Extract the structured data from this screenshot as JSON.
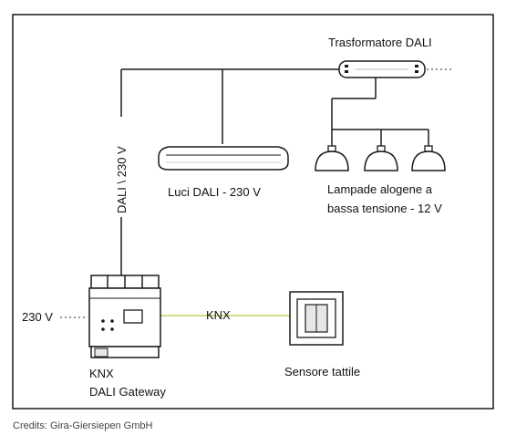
{
  "labels": {
    "transformer": "Trasformatore DALI",
    "dali_bus": "DALI \\ 230 V",
    "dali_lights": "Luci DALI - 230 V",
    "halogen_line1": "Lampade alogene a",
    "halogen_line2": "bassa tensione - 12 V",
    "supply": "230 V",
    "knx_bus": "KNX",
    "gateway_line1": "KNX",
    "gateway_line2": "DALI Gateway",
    "touch_sensor": "Sensore tattile"
  },
  "credits": "Credits: Gira-Giersiepen GmbH",
  "colors": {
    "line": "#1a1a1a",
    "knx_line": "#c9d97a",
    "frame": "#1a1a1a",
    "device_fill": "#ffffff",
    "device_shade": "#e6e6e6"
  }
}
